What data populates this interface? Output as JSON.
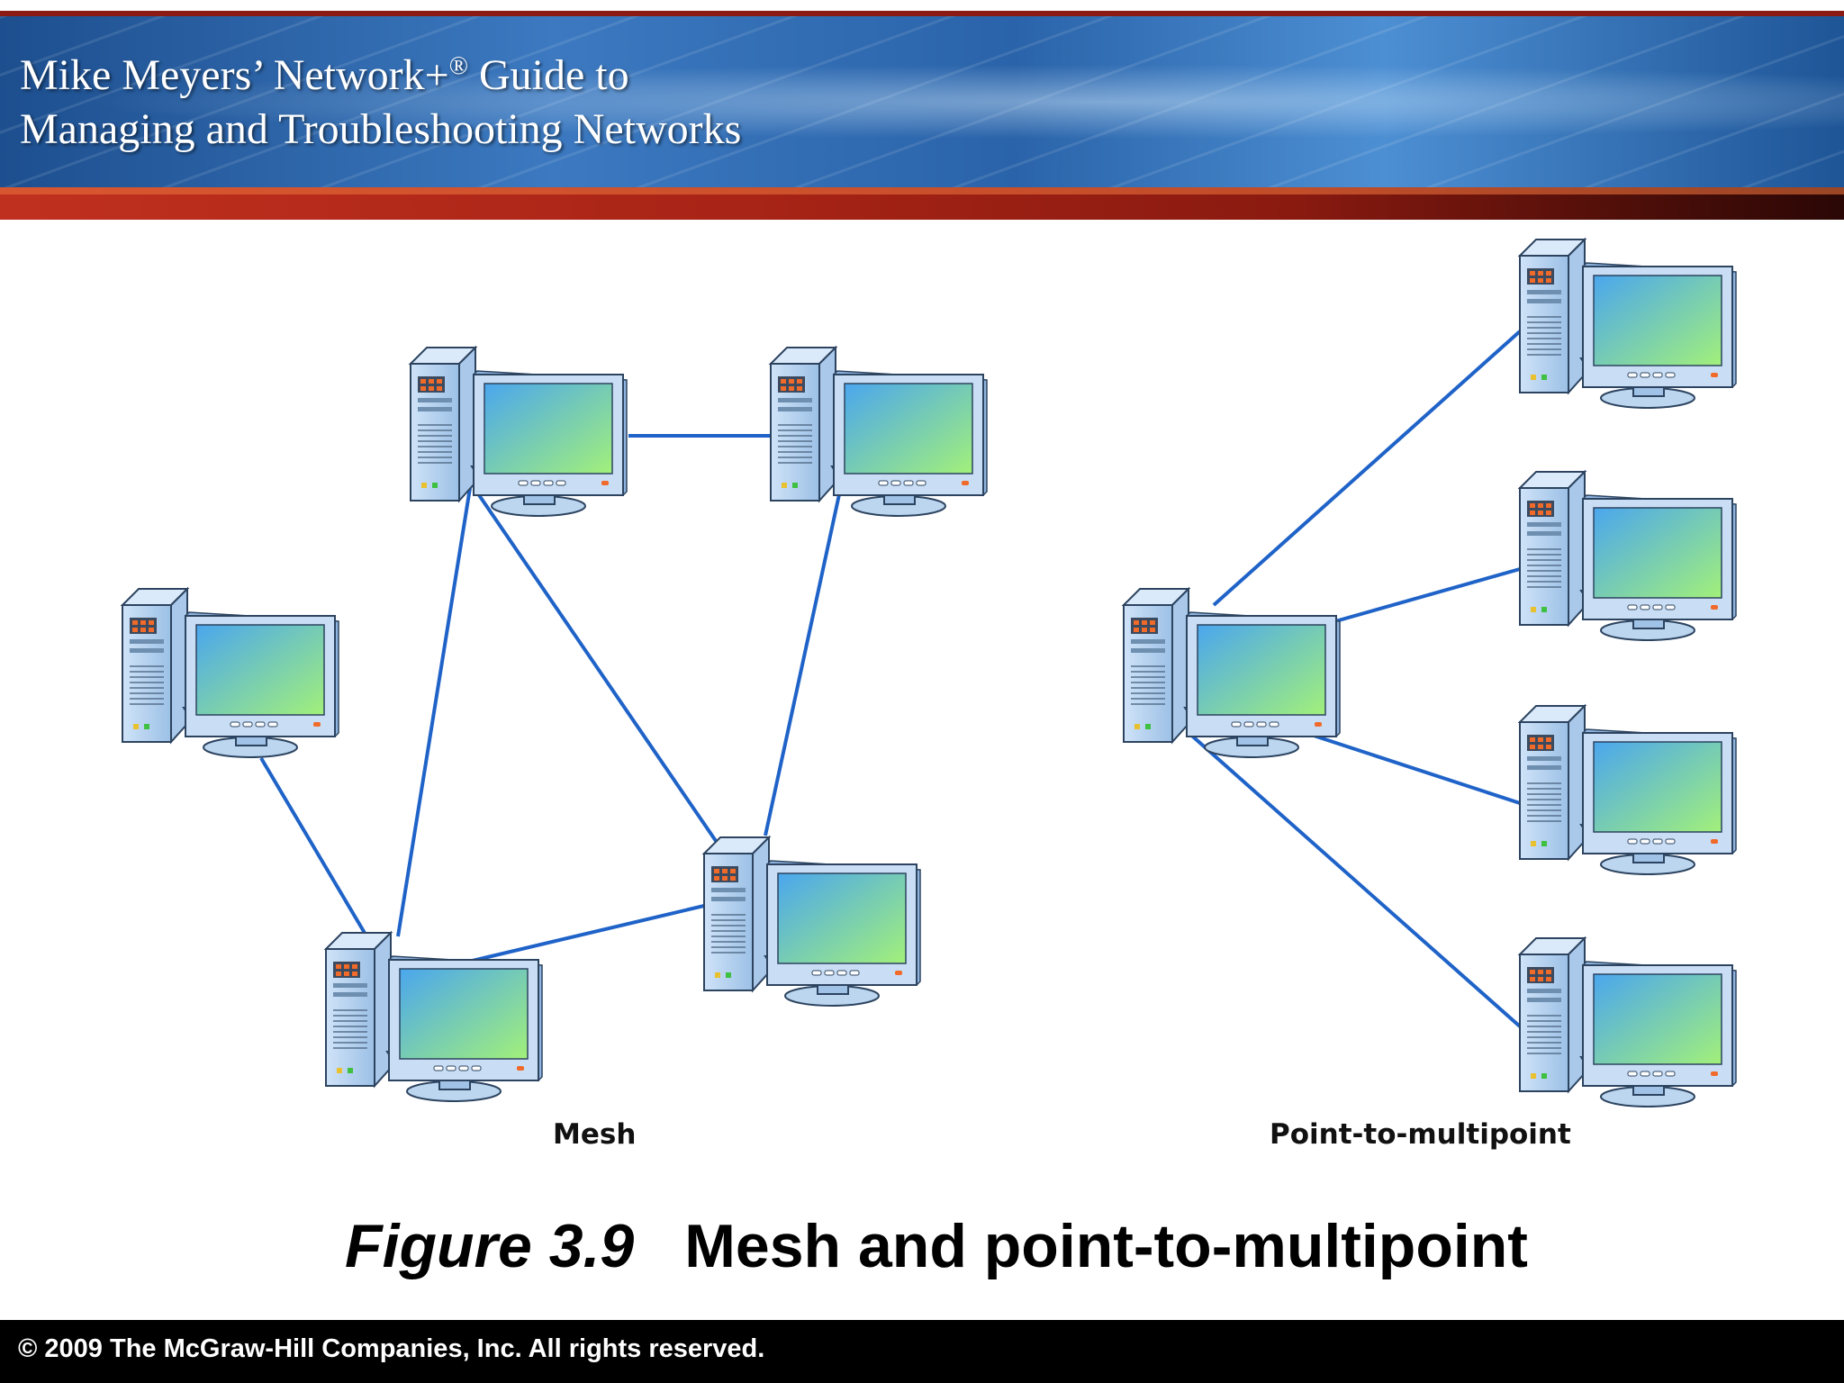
{
  "header": {
    "title_line1_pre": "Mike Meyers’ Network+",
    "title_line1_mark": "®",
    "title_line1_post": " Guide to",
    "title_line2": "Managing and Troubleshooting Networks"
  },
  "diagram": {
    "mesh_label": "Mesh",
    "p2mp_label": "Point-to-multipoint",
    "line_color": "#1f63c8"
  },
  "caption": {
    "figure_number": "Figure 3.9",
    "figure_title": "Mesh and point-to-multipoint"
  },
  "footer": {
    "copyright": "© 2009 The McGraw-Hill Companies, Inc. All rights reserved."
  }
}
